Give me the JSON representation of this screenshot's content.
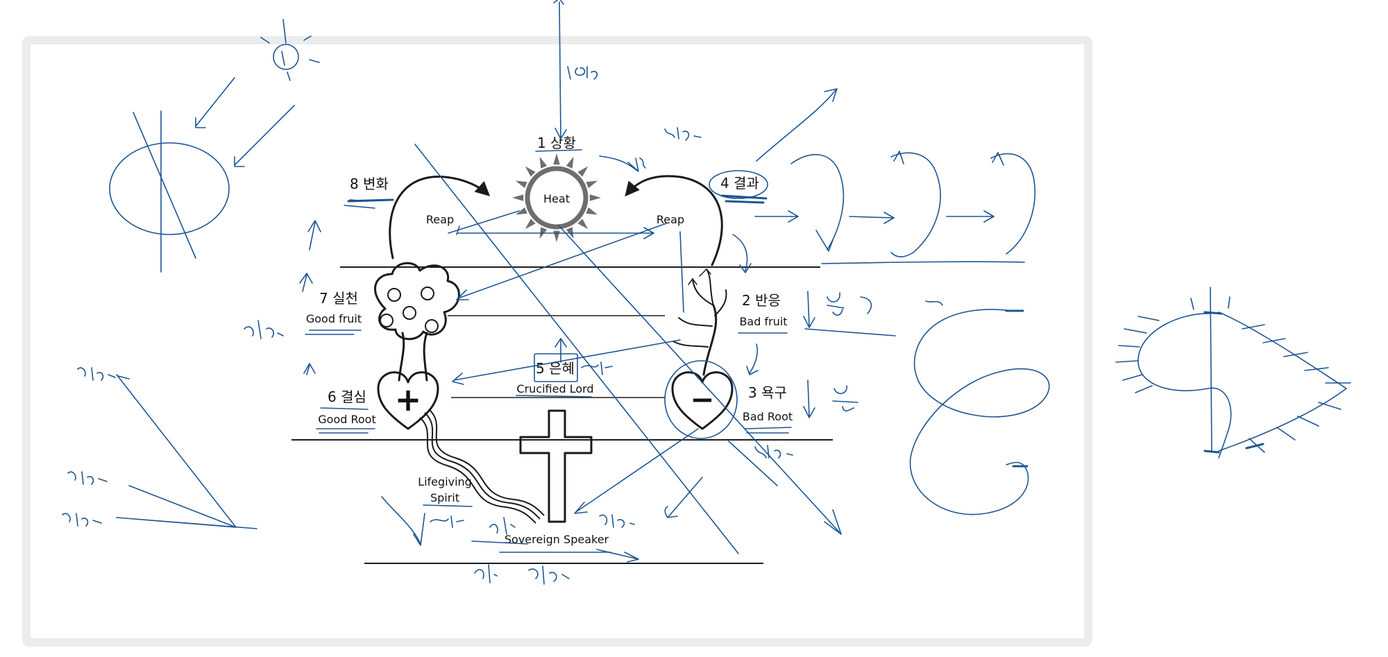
{
  "diagram": {
    "stages": {
      "situation": "1 상황",
      "response": "2 반응",
      "response_en": "Bad fruit",
      "desire": "3 욕구",
      "desire_en": "Bad Root",
      "result": "4 결과",
      "grace": "5 은혜",
      "grace_en": "Crucified Lord",
      "resolve": "6 결심",
      "resolve_en": "Good Root",
      "practice": "7 실천",
      "practice_en": "Good fruit",
      "change": "8 변화"
    },
    "heat_label": "Heat",
    "reap_left": "Reap",
    "reap_right": "Reap",
    "lifegiving_line1": "Lifegiving",
    "lifegiving_line2": "Spirit",
    "sovereign": "Sovereign Speaker",
    "plus_sign": "+",
    "minus_sign": "−"
  },
  "colors": {
    "ink": "#1d5592",
    "diagram_black": "#1a1a1a",
    "sun_gray": "#6e6e6e",
    "frame": "#ececec"
  },
  "icons": [
    "sun-icon",
    "good-tree-icon",
    "bad-tree-icon",
    "heart-plus-icon",
    "heart-minus-icon",
    "cross-icon"
  ]
}
